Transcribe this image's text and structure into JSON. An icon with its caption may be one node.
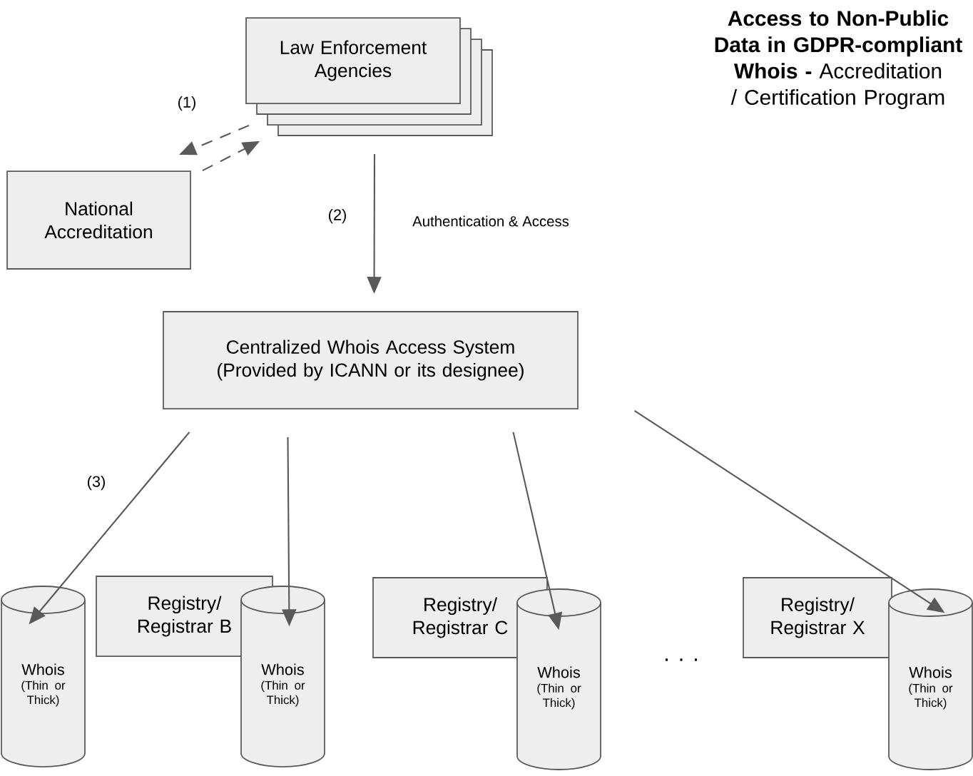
{
  "diagram": {
    "title": "**Access to Non-Public Data in GDPR-compliant Whois -** Accreditation / Certification Program",
    "nodes": [
      {
        "text": [
          "Law Enforcement Agencies"
        ]
      },
      {
        "text": [
          "National Accreditation"
        ]
      },
      {
        "text": [
          "Centralized Whois Access System",
          "(Provided by ICANN or its designee)"
        ]
      },
      {
        "text": [
          "Whois",
          "(Thin or Thick)"
        ]
      },
      {
        "text": [
          "Registry/ Registrar B"
        ]
      },
      {
        "text": [
          "Whois",
          "(Thin or Thick)"
        ]
      },
      {
        "text": [
          "Registry/ Registrar C"
        ]
      },
      {
        "text": [
          "Whois",
          "(Thin or Thick)"
        ]
      },
      {
        "text": [
          "Registry/ Registrar X"
        ]
      },
      {
        "text": [
          "Whois",
          "(Thin or Thick)"
        ]
      }
    ],
    "edges": [
      {
        "from": 0,
        "to": 1,
        "arrow": "to",
        "style": "dashed"
      },
      {
        "from": 1,
        "to": 0,
        "arrow": "to",
        "style": "dashed"
      },
      {
        "from": 0,
        "to": 2,
        "arrow": "to",
        "label": "Authentication & Access"
      },
      {
        "from": 2,
        "to": 3,
        "arrow": "to"
      },
      {
        "from": 2,
        "to": 5,
        "arrow": "to"
      },
      {
        "from": 2,
        "to": 7,
        "arrow": "to"
      },
      {
        "from": 2,
        "to": 9,
        "arrow": "to"
      }
    ],
    "labels": [
      "(1)",
      "(2)",
      "(3)",
      ". . ."
    ]
  }
}
